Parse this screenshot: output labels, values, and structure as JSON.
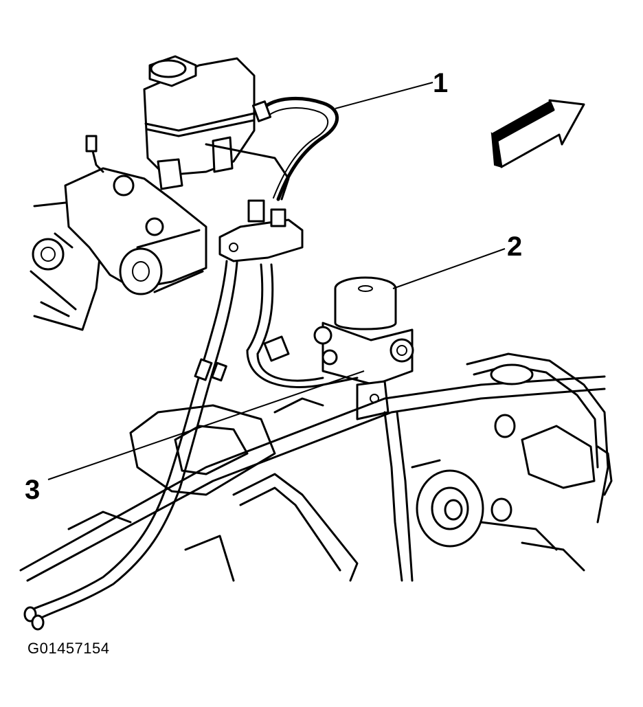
{
  "callouts": [
    {
      "id": "1",
      "label": "1"
    },
    {
      "id": "2",
      "label": "2"
    },
    {
      "id": "3",
      "label": "3"
    }
  ],
  "figure_id": "G01457154",
  "icons": [
    "direction-arrow-icon"
  ],
  "colors": {
    "ink": "#000000",
    "background": "#ffffff"
  }
}
